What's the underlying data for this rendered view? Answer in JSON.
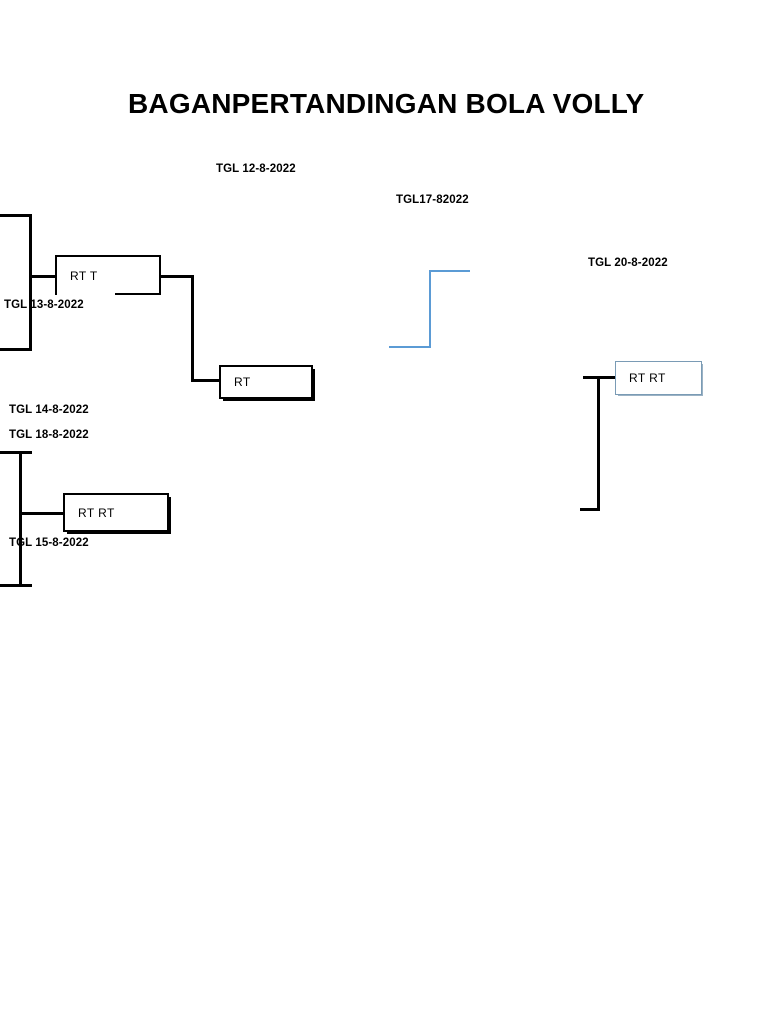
{
  "document": {
    "title": "BAGANPERTANDINGAN BOLA VOLLY"
  },
  "dates": {
    "round1_top": "TGL 12-8-2022",
    "round1_left_upper": "TGL 13-8-2022",
    "round1_left_mid": "TGL 14-8-2022",
    "round1_left_mid2": "TGL 18-8-2022",
    "round1_left_lower": "TGL 15-8-2022",
    "round2_center": "TGL17-82022",
    "final_right": "TGL 20-8-2022"
  },
  "matches": [
    {
      "id": "match-upper-left",
      "label": "RT T"
    },
    {
      "id": "match-center",
      "label": "RT"
    },
    {
      "id": "match-lower-left",
      "label": "RT RT"
    },
    {
      "id": "match-final",
      "label": "RT RT"
    }
  ],
  "colors": {
    "line_black": "#000000",
    "line_blue": "#5B9BD5",
    "box_blue_border": "#7A9BB5",
    "background": "#FFFFFF"
  }
}
